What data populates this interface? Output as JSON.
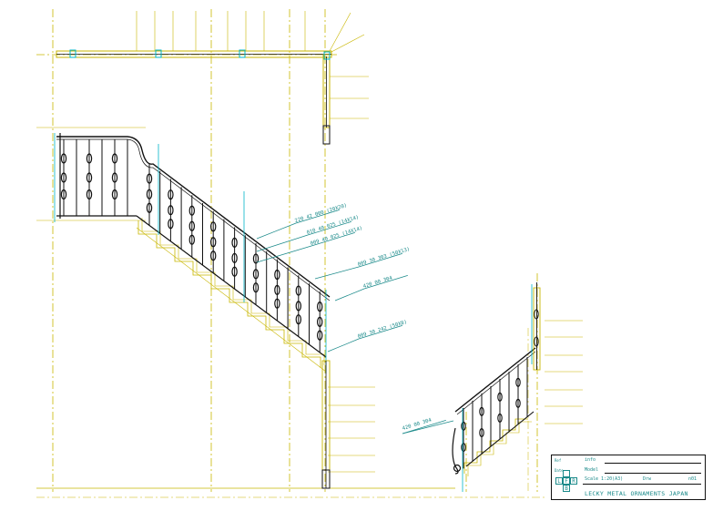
{
  "drawing": {
    "colors": {
      "grid": "#c9b600",
      "outline": "#111111",
      "annotation": "#1a8a8a",
      "post_accent": "#00b4c8",
      "background": "#ffffff"
    },
    "callouts": [
      {
        "id": "c1",
        "text": "220 42 000 (20X20)"
      },
      {
        "id": "c2",
        "text": "010 40 025 (14X14)"
      },
      {
        "id": "c3",
        "text": "009 40 025 (14X14)"
      },
      {
        "id": "c4",
        "text": "009 30 303 (50X13)"
      },
      {
        "id": "c5",
        "text": "420 00 304"
      },
      {
        "id": "c6",
        "text": "009 30 242 (50X8)"
      },
      {
        "id": "c7",
        "text": "420 00 304"
      }
    ]
  },
  "title_block": {
    "row1_label": "Ref",
    "row1_value": "info",
    "row2_label": "Date",
    "row2_value": "Model",
    "scale_text": "Scale 1:20(A3)",
    "extra_text": "Drw",
    "sheet_text": "n01",
    "views": [
      "L",
      "F",
      "R",
      "B"
    ],
    "company": "LECKY METAL ORNAMENTS JAPAN"
  }
}
